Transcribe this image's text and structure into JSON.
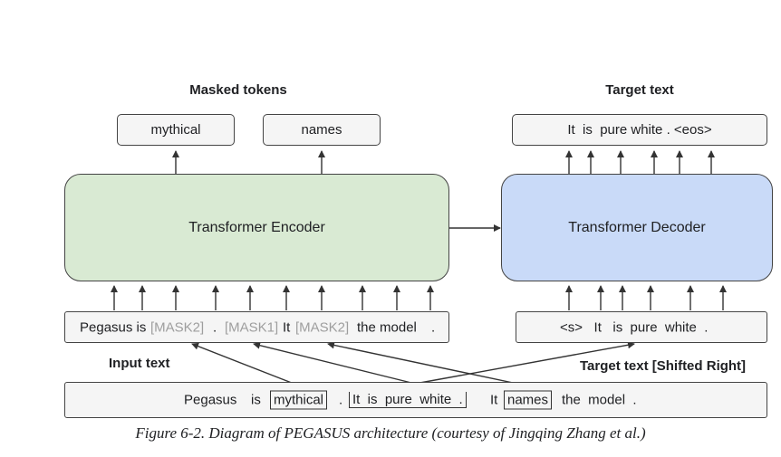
{
  "labels": {
    "masked_tokens": "Masked tokens",
    "target_text": "Target text",
    "input_text": "Input text",
    "target_text_shifted": "Target text [Shifted Right]"
  },
  "outputs": {
    "mask1": "mythical",
    "mask2": "names",
    "target": "It  is  pure white . <eos>"
  },
  "blocks": {
    "encoder": "Transformer Encoder",
    "decoder": "Transformer Decoder"
  },
  "encoder_input": {
    "t1": "Pegasus is",
    "t2": "[MASK2]",
    "t3": ".",
    "t4": "[MASK1]",
    "t5": "It",
    "t6": "[MASK2]",
    "t7": "the model",
    "t8": "."
  },
  "decoder_input": "<s>   It   is  pure  white  .",
  "source": {
    "w1": "Pegasus",
    "w2": "is",
    "w3": "mythical",
    "w4": ".",
    "w5": "It  is  pure  white  .",
    "w6": "It",
    "w7": "names",
    "w8": "the  model  ."
  },
  "caption": "Figure 6-2. Diagram of PEGASUS architecture (courtesy of Jingqing Zhang et al.)"
}
